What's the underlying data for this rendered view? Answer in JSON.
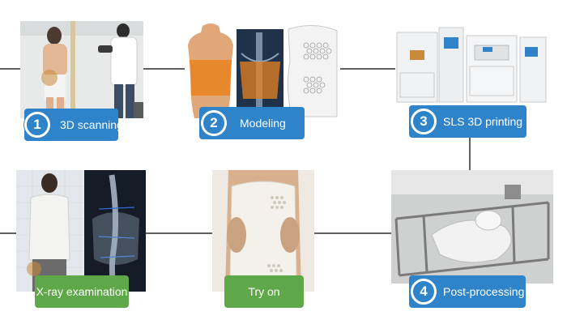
{
  "steps": [
    {
      "number": "1",
      "label": "3D scanning"
    },
    {
      "number": "2",
      "label": "Modeling"
    },
    {
      "number": "3",
      "label": "SLS 3D printing"
    },
    {
      "number": "4",
      "label": "Post-processing"
    }
  ],
  "results": [
    {
      "label": "Try on"
    },
    {
      "label": "X-ray examination"
    }
  ],
  "colors": {
    "step_blue": "#2f83c9",
    "result_green": "#5ea84a",
    "connector": "#2b2b2b"
  }
}
